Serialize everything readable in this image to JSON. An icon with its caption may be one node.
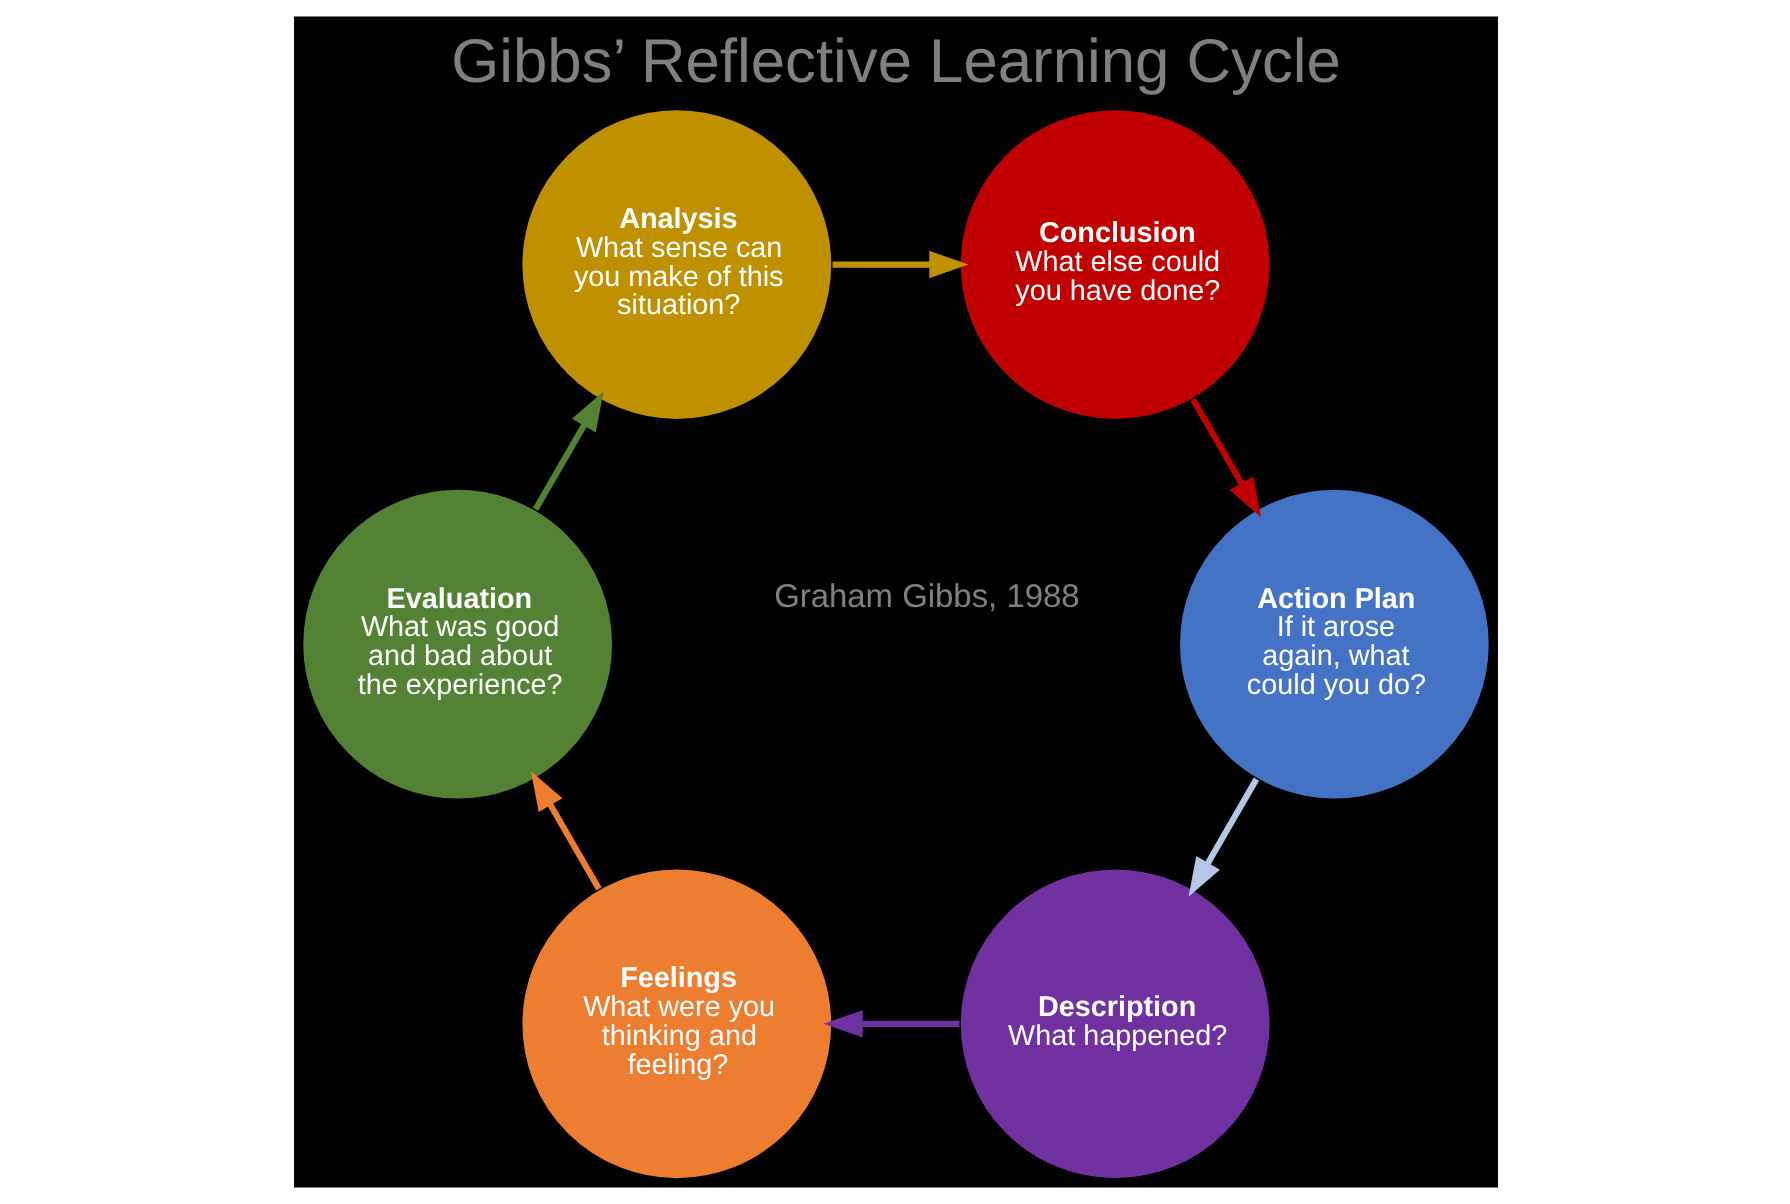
{
  "diagram": {
    "title": "Gibbs’ Reflective Learning Cycle",
    "nodes": [
      {
        "text": [
          "Description",
          "What happened?"
        ]
      },
      {
        "text": [
          "Feelings",
          "What were you thinking and feeling?"
        ]
      },
      {
        "text": [
          "Evaluation",
          "What was good and bad about the experience?"
        ]
      },
      {
        "text": [
          "Analysis",
          "What sense can you make of this situation?"
        ]
      },
      {
        "text": [
          "Conclusion",
          "What else could you have done?"
        ]
      },
      {
        "text": [
          "Action Plan",
          "If it arose again, what could you do?"
        ]
      }
    ],
    "edges": [
      {
        "from": 0,
        "to": 1,
        "arrow": "to",
        "color": "#7030a0"
      },
      {
        "from": 1,
        "to": 2,
        "arrow": "to",
        "color": "#ed7d31"
      },
      {
        "from": 2,
        "to": 3,
        "arrow": "to",
        "color": "#548235"
      },
      {
        "from": 3,
        "to": 4,
        "arrow": "to",
        "color": "#bf9000"
      },
      {
        "from": 4,
        "to": 5,
        "arrow": "to",
        "color": "#c00000"
      },
      {
        "from": 5,
        "to": 0,
        "arrow": "to",
        "color": "#b4c7e7"
      }
    ],
    "labels": [
      "Graham Gibbs, 1988"
    ]
  }
}
